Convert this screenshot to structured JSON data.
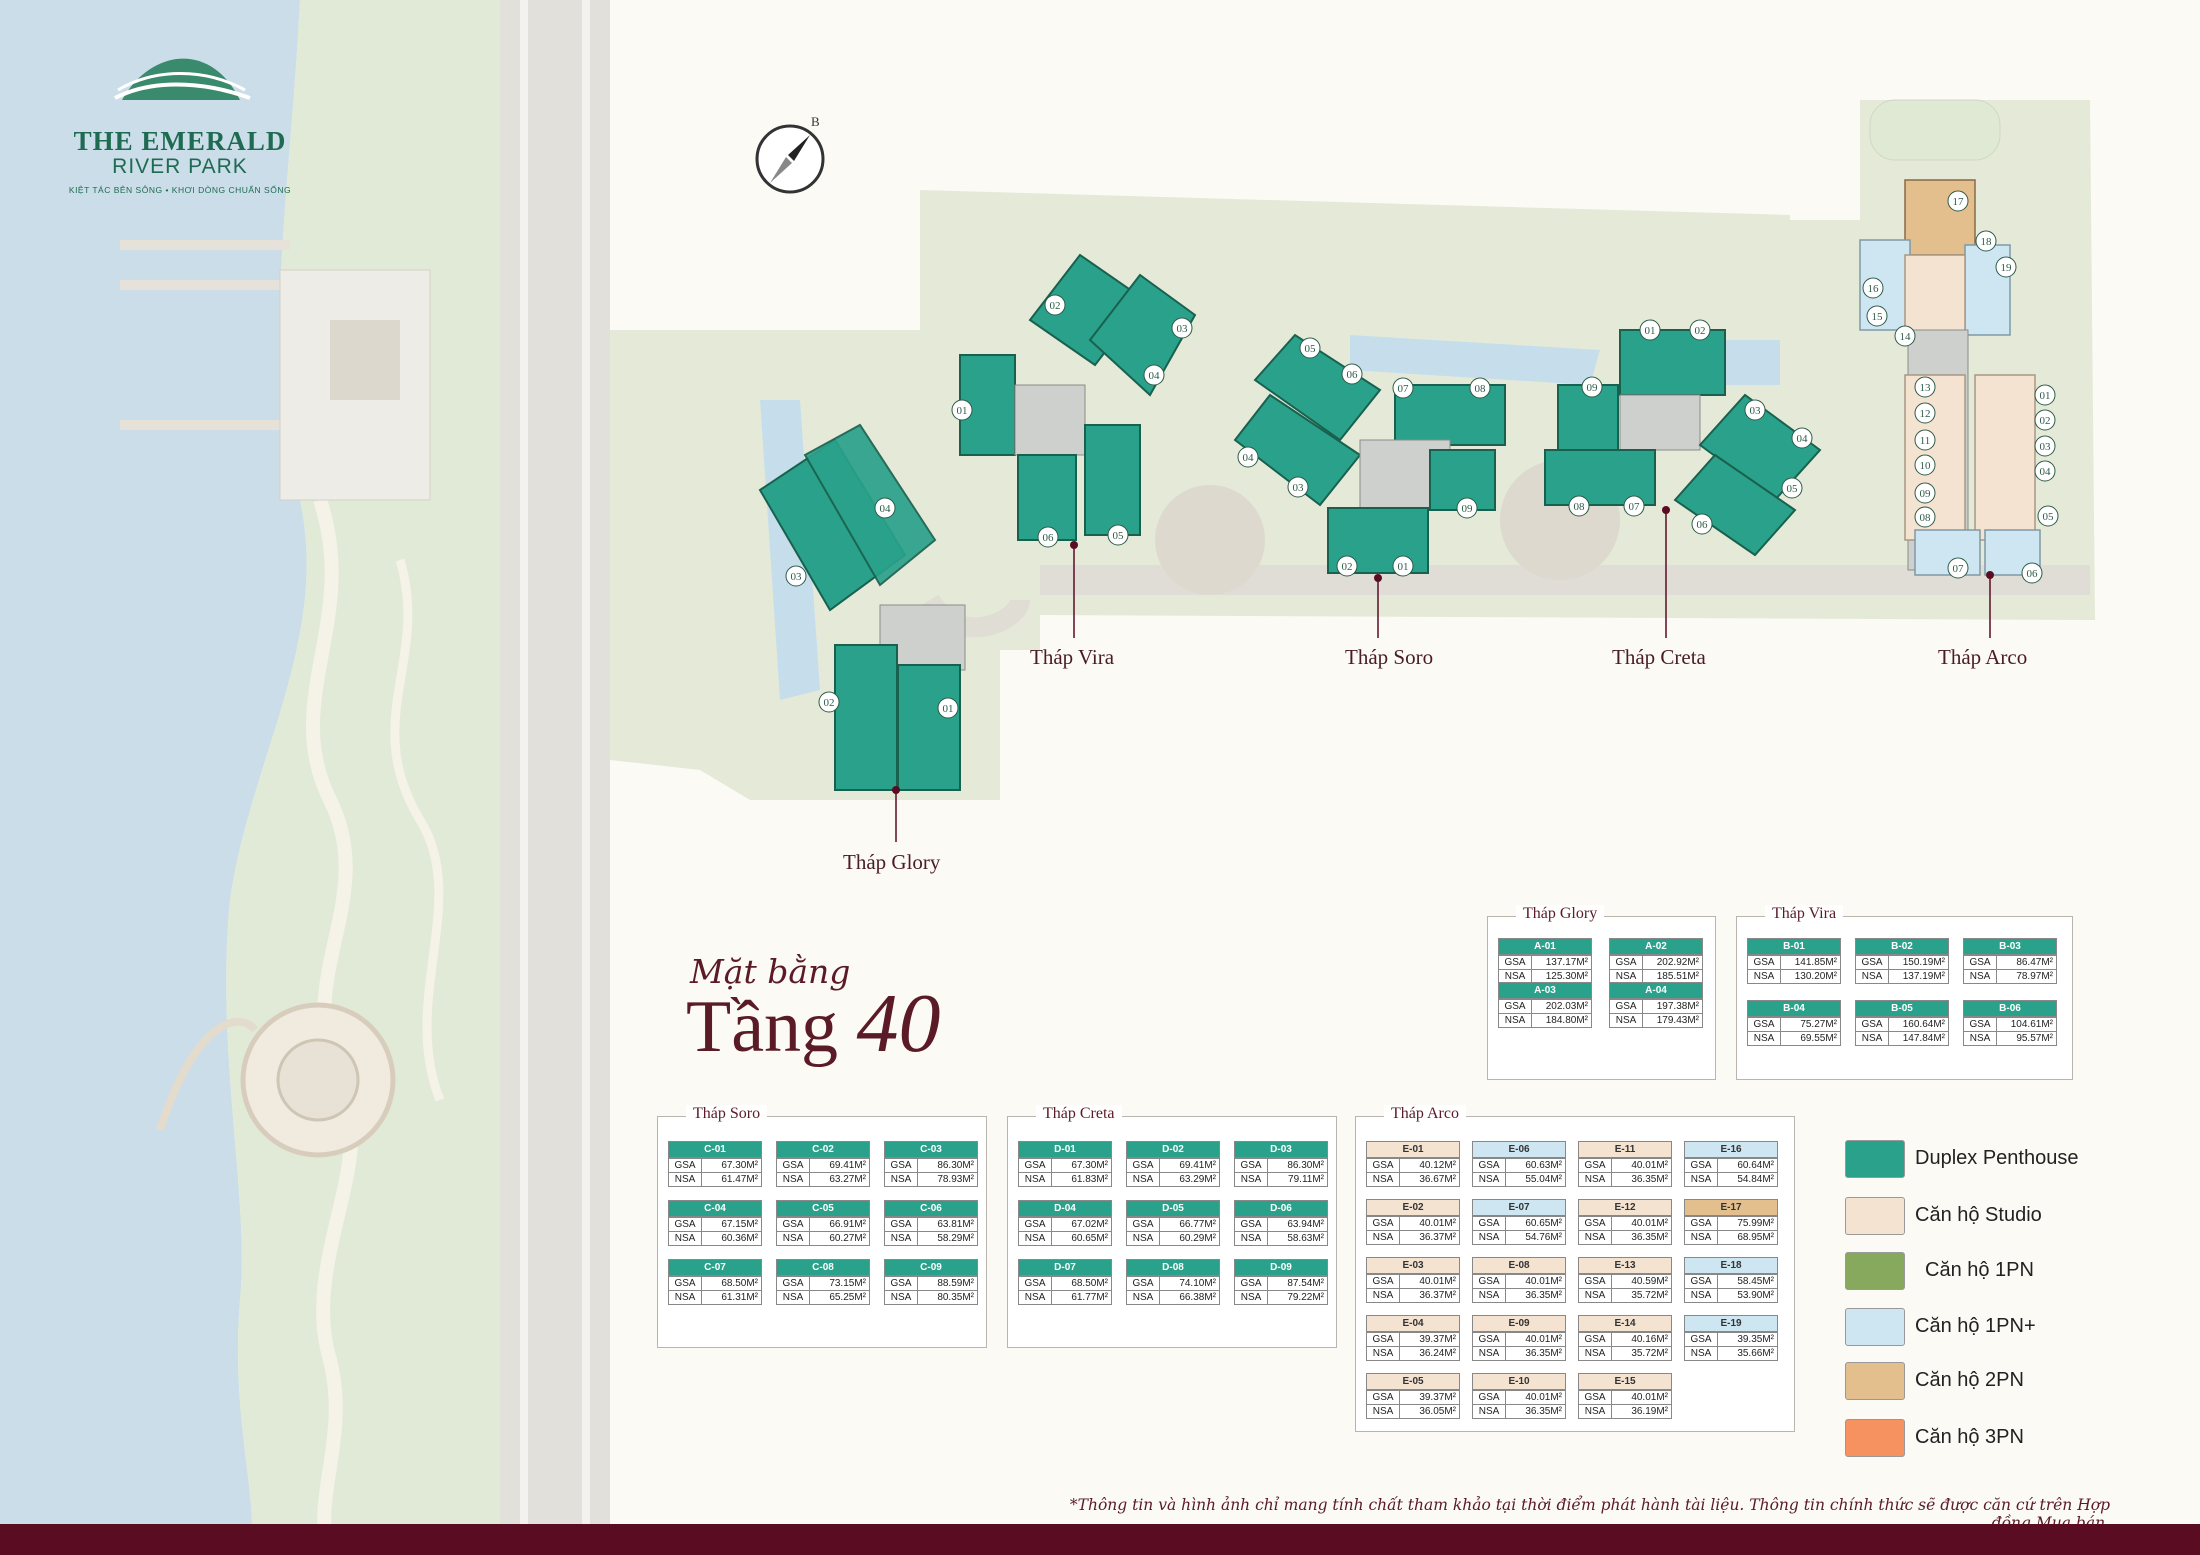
{
  "brand": {
    "name_line1": "THE EMERALD",
    "name_line2": "RIVER PARK",
    "tagline": "KIỆT TÁC BÊN SÔNG • KHƠI DÒNG CHUẨN SỐNG"
  },
  "compass": {
    "north_letter": "B"
  },
  "plan": {
    "subtitle": "Mặt bằng",
    "title_word": "Tầng",
    "title_number": "40"
  },
  "towers": [
    {
      "label": "Tháp Glory"
    },
    {
      "label": "Tháp Vira"
    },
    {
      "label": "Tháp Soro"
    },
    {
      "label": "Tháp Creta"
    },
    {
      "label": "Tháp Arco"
    }
  ],
  "labels": {
    "gsa": "GSA",
    "nsa": "NSA"
  },
  "colors": {
    "duplex": "#2aa18a",
    "studio": "#f3e3d0",
    "one_br": "#86a95e",
    "one_br_plus": "#cde6f1",
    "two_br": "#e3bf8e",
    "three_br": "#f5925f",
    "brand_green": "#1f6b52",
    "maroon": "#5a0d22"
  },
  "tables": {
    "glory": {
      "title": "Tháp Glory",
      "units": [
        {
          "code": "A-01",
          "gsa": "137.17M²",
          "nsa": "125.30M²",
          "type": "duplex"
        },
        {
          "code": "A-02",
          "gsa": "202.92M²",
          "nsa": "185.51M²",
          "type": "duplex"
        },
        {
          "code": "A-03",
          "gsa": "202.03M²",
          "nsa": "184.80M²",
          "type": "duplex"
        },
        {
          "code": "A-04",
          "gsa": "197.38M²",
          "nsa": "179.43M²",
          "type": "duplex"
        }
      ]
    },
    "vira": {
      "title": "Tháp Vira",
      "units": [
        {
          "code": "B-01",
          "gsa": "141.85M²",
          "nsa": "130.20M²",
          "type": "duplex"
        },
        {
          "code": "B-02",
          "gsa": "150.19M²",
          "nsa": "137.19M²",
          "type": "duplex"
        },
        {
          "code": "B-03",
          "gsa": "86.47M²",
          "nsa": "78.97M²",
          "type": "duplex"
        },
        {
          "code": "B-04",
          "gsa": "75.27M²",
          "nsa": "69.55M²",
          "type": "duplex"
        },
        {
          "code": "B-05",
          "gsa": "160.64M²",
          "nsa": "147.84M²",
          "type": "duplex"
        },
        {
          "code": "B-06",
          "gsa": "104.61M²",
          "nsa": "95.57M²",
          "type": "duplex"
        }
      ]
    },
    "soro": {
      "title": "Tháp Soro",
      "units": [
        {
          "code": "C-01",
          "gsa": "67.30M²",
          "nsa": "61.47M²",
          "type": "duplex"
        },
        {
          "code": "C-02",
          "gsa": "69.41M²",
          "nsa": "63.27M²",
          "type": "duplex"
        },
        {
          "code": "C-03",
          "gsa": "86.30M²",
          "nsa": "78.93M²",
          "type": "duplex"
        },
        {
          "code": "C-04",
          "gsa": "67.15M²",
          "nsa": "60.36M²",
          "type": "duplex"
        },
        {
          "code": "C-05",
          "gsa": "66.91M²",
          "nsa": "60.27M²",
          "type": "duplex"
        },
        {
          "code": "C-06",
          "gsa": "63.81M²",
          "nsa": "58.29M²",
          "type": "duplex"
        },
        {
          "code": "C-07",
          "gsa": "68.50M²",
          "nsa": "61.31M²",
          "type": "duplex"
        },
        {
          "code": "C-08",
          "gsa": "73.15M²",
          "nsa": "65.25M²",
          "type": "duplex"
        },
        {
          "code": "C-09",
          "gsa": "88.59M²",
          "nsa": "80.35M²",
          "type": "duplex"
        }
      ]
    },
    "creta": {
      "title": "Tháp Creta",
      "units": [
        {
          "code": "D-01",
          "gsa": "67.30M²",
          "nsa": "61.83M²",
          "type": "duplex"
        },
        {
          "code": "D-02",
          "gsa": "69.41M²",
          "nsa": "63.29M²",
          "type": "duplex"
        },
        {
          "code": "D-03",
          "gsa": "86.30M²",
          "nsa": "79.11M²",
          "type": "duplex"
        },
        {
          "code": "D-04",
          "gsa": "67.02M²",
          "nsa": "60.65M²",
          "type": "duplex"
        },
        {
          "code": "D-05",
          "gsa": "66.77M²",
          "nsa": "60.29M²",
          "type": "duplex"
        },
        {
          "code": "D-06",
          "gsa": "63.94M²",
          "nsa": "58.63M²",
          "type": "duplex"
        },
        {
          "code": "D-07",
          "gsa": "68.50M²",
          "nsa": "61.77M²",
          "type": "duplex"
        },
        {
          "code": "D-08",
          "gsa": "74.10M²",
          "nsa": "66.38M²",
          "type": "duplex"
        },
        {
          "code": "D-09",
          "gsa": "87.54M²",
          "nsa": "79.22M²",
          "type": "duplex"
        }
      ]
    },
    "arco": {
      "title": "Tháp Arco",
      "units": [
        {
          "code": "E-01",
          "gsa": "40.12M²",
          "nsa": "36.67M²",
          "type": "studio"
        },
        {
          "code": "E-06",
          "gsa": "60.63M²",
          "nsa": "55.04M²",
          "type": "one_br_plus"
        },
        {
          "code": "E-11",
          "gsa": "40.01M²",
          "nsa": "36.35M²",
          "type": "studio"
        },
        {
          "code": "E-16",
          "gsa": "60.64M²",
          "nsa": "54.84M²",
          "type": "one_br_plus"
        },
        {
          "code": "E-02",
          "gsa": "40.01M²",
          "nsa": "36.37M²",
          "type": "studio"
        },
        {
          "code": "E-07",
          "gsa": "60.65M²",
          "nsa": "54.76M²",
          "type": "one_br_plus"
        },
        {
          "code": "E-12",
          "gsa": "40.01M²",
          "nsa": "36.35M²",
          "type": "studio"
        },
        {
          "code": "E-17",
          "gsa": "75.99M²",
          "nsa": "68.95M²",
          "type": "two_br"
        },
        {
          "code": "E-03",
          "gsa": "40.01M²",
          "nsa": "36.37M²",
          "type": "studio"
        },
        {
          "code": "E-08",
          "gsa": "40.01M²",
          "nsa": "36.35M²",
          "type": "studio"
        },
        {
          "code": "E-13",
          "gsa": "40.59M²",
          "nsa": "35.72M²",
          "type": "studio"
        },
        {
          "code": "E-18",
          "gsa": "58.45M²",
          "nsa": "53.90M²",
          "type": "one_br_plus"
        },
        {
          "code": "E-04",
          "gsa": "39.37M²",
          "nsa": "36.24M²",
          "type": "studio"
        },
        {
          "code": "E-09",
          "gsa": "40.01M²",
          "nsa": "36.35M²",
          "type": "studio"
        },
        {
          "code": "E-14",
          "gsa": "40.16M²",
          "nsa": "35.72M²",
          "type": "studio"
        },
        {
          "code": "E-19",
          "gsa": "39.35M²",
          "nsa": "35.66M²",
          "type": "one_br_plus"
        },
        {
          "code": "E-05",
          "gsa": "39.37M²",
          "nsa": "36.05M²",
          "type": "studio"
        },
        {
          "code": "E-10",
          "gsa": "40.01M²",
          "nsa": "36.35M²",
          "type": "studio"
        },
        {
          "code": "E-15",
          "gsa": "40.01M²",
          "nsa": "36.19M²",
          "type": "studio"
        }
      ]
    }
  },
  "legend": [
    {
      "label": "Duplex Penthouse",
      "color": "#2aa18a"
    },
    {
      "label": "Căn hộ Studio",
      "color": "#f3e3d0"
    },
    {
      "label": "Căn hộ 1PN",
      "color": "#86a95e"
    },
    {
      "label": "Căn hộ 1PN+",
      "color": "#cde6f1"
    },
    {
      "label": "Căn hộ 2PN",
      "color": "#e3bf8e"
    },
    {
      "label": "Căn hộ 3PN",
      "color": "#f5925f"
    }
  ],
  "footnote": "*Thông tin và hình ảnh chỉ mang tính chất tham khảo tại thời điểm phát hành tài liệu. Thông tin chính thức sẽ được căn cứ trên Hợp đồng Mua bán.",
  "map_unit_numbers": {
    "glory": [
      "01",
      "02",
      "03",
      "04"
    ],
    "vira": [
      "01",
      "02",
      "03",
      "04",
      "05",
      "06"
    ],
    "soro": [
      "01",
      "02",
      "03",
      "04",
      "05",
      "06",
      "07",
      "08",
      "09"
    ],
    "creta": [
      "01",
      "02",
      "03",
      "04",
      "05",
      "06",
      "07",
      "08",
      "09"
    ],
    "arco": [
      "01",
      "02",
      "03",
      "04",
      "05",
      "06",
      "07",
      "08",
      "09",
      "10",
      "11",
      "12",
      "13",
      "14",
      "15",
      "16",
      "17",
      "18",
      "19"
    ]
  }
}
